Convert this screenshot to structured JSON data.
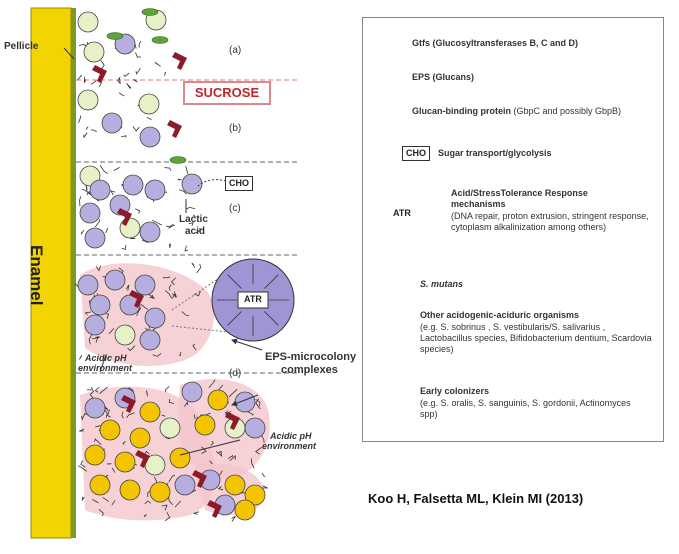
{
  "labels": {
    "pellicle": "Pellicle",
    "enamel": "Enamel",
    "panel_a": "(a)",
    "panel_b": "(b)",
    "panel_c": "(c)",
    "panel_d": "(d)",
    "sucrose": "SUCROSE",
    "cho": "CHO",
    "lactic_acid_1": "Lactic",
    "lactic_acid_2": "acid",
    "atr": "ATR",
    "acidic_ph_1": "Acidic pH",
    "acidic_ph_2": "environment",
    "eps_microcolony_1": "EPS-microcolony",
    "eps_microcolony_2": "complexes",
    "acidic_ph_b1": "Acidic pH",
    "acidic_ph_b2": "environment"
  },
  "legend": {
    "gtfs": "Gtfs (Glucosyltransferases B, C and D)",
    "eps": "EPS (Glucans)",
    "gbp_title": "Glucan-binding protein",
    "gbp_rest": " (GbpC and possibly GbpB)",
    "cho": "CHO",
    "sugar": "Sugar transport/glycolysis",
    "atr_box": "ATR",
    "atr_title": "Acid/StressTolerance Response mechanisms",
    "atr_desc": "(DNA repair, proton extrusion, stringent response, cytoplasm alkalinization among others)",
    "smutans": "S. mutans",
    "other_title": "Other acidogenic-aciduric organisms",
    "other_desc": "(e.g. S. sobrinus , S. vestibularis/S. salivarius , Lactobacillus species, Bifidobacterium dentium, Scardovia species)",
    "early_title": "Early colonizers",
    "early_desc": "(e.g. S. oralis, S. sanguinis, S. gordonii, Actinomyces spp)"
  },
  "citation": "Koo H, Falsetta ML, Klein MI (2013)",
  "colors": {
    "enamel": "#f2d400",
    "smutans": "#b7aee0",
    "other": "#f4c400",
    "early": "#e6f1c8",
    "gtf": "#5da33a",
    "gbp": "#8b1a2b",
    "halo": "#f4c6cc"
  }
}
